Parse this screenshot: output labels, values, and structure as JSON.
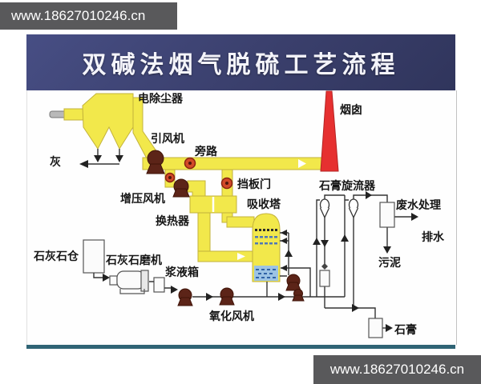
{
  "watermark": {
    "top_left": "www.18627010246.cn",
    "bottom_right": "www.18627010246.cn"
  },
  "slide": {
    "title": "双碱法烟气脱硫工艺流程"
  },
  "diagram": {
    "labels": {
      "esp": "电除尘器",
      "ash": "灰",
      "id_fan": "引风机",
      "bypass": "旁路",
      "booster_fan": "增压风机",
      "damper": "挡板门",
      "absorber": "吸收塔",
      "heat_exchanger": "换热器",
      "chimney": "烟囱",
      "gypsum_cyclone": "石膏旋流器",
      "wastewater_treatment": "废水处理",
      "drainage": "排水",
      "sludge": "污泥",
      "limestone_silo": "石灰石仓",
      "limestone_mill": "石灰石磨机",
      "slurry_tank": "浆液箱",
      "oxidation_fan": "氧化风机",
      "gypsum": "石膏"
    }
  },
  "colors": {
    "duct_yellow": "#f2e84b",
    "chimney_red": "#e63030",
    "equipment_maroon": "#5c2418",
    "valve_red": "#d24a28",
    "pool_blue": "#9cc3e4",
    "header_navy": "#3a3f6c",
    "footer_teal": "#2f6475",
    "banner_gray": "#59595b"
  }
}
